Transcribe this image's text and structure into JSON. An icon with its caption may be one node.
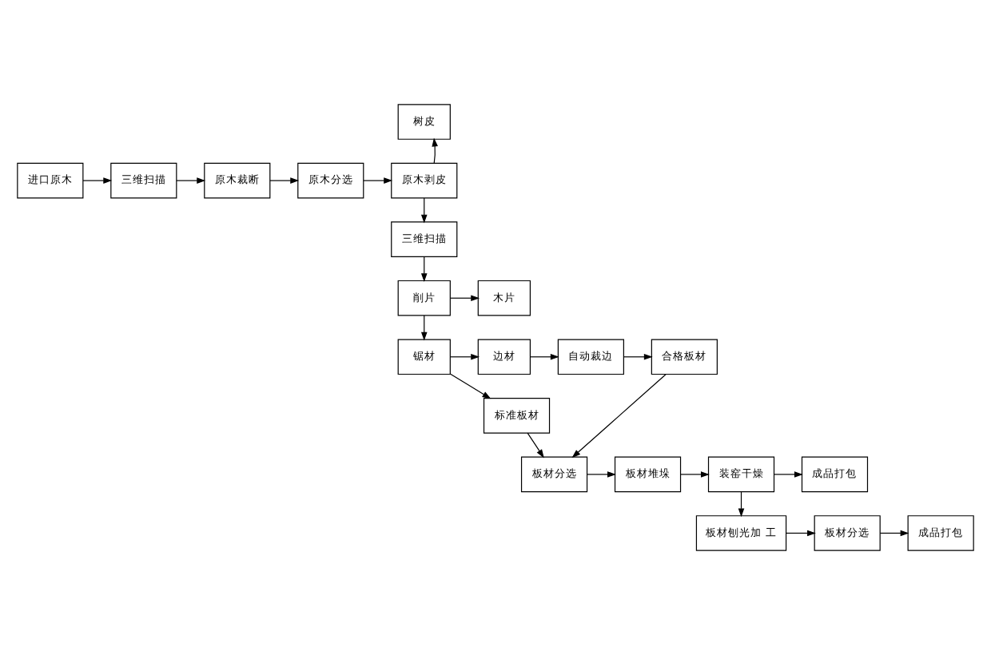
{
  "diagram": {
    "nodes": [
      {
        "text": [
          "进口原木"
        ]
      },
      {
        "text": [
          "三维扫描"
        ]
      },
      {
        "text": [
          "原木裁断"
        ]
      },
      {
        "text": [
          "原木分选"
        ]
      },
      {
        "text": [
          "原木剥皮"
        ]
      },
      {
        "text": [
          "树皮"
        ]
      },
      {
        "text": [
          "三维扫描"
        ]
      },
      {
        "text": [
          "削片"
        ]
      },
      {
        "text": [
          "木片"
        ]
      },
      {
        "text": [
          "锯材"
        ]
      },
      {
        "text": [
          "边材"
        ]
      },
      {
        "text": [
          "自动裁边"
        ]
      },
      {
        "text": [
          "合格板材"
        ]
      },
      {
        "text": [
          "标准板材"
        ]
      },
      {
        "text": [
          "板材分选"
        ]
      },
      {
        "text": [
          "板材堆垛"
        ]
      },
      {
        "text": [
          "装窑干燥"
        ]
      },
      {
        "text": [
          "成品打包"
        ]
      },
      {
        "text": [
          "板材刨光加 工"
        ]
      },
      {
        "text": [
          "板材分选"
        ]
      },
      {
        "text": [
          "成品打包"
        ]
      }
    ],
    "edges": [
      {
        "from": 0,
        "to": 1,
        "arrow": "to"
      },
      {
        "from": 1,
        "to": 2,
        "arrow": "to"
      },
      {
        "from": 2,
        "to": 3,
        "arrow": "to"
      },
      {
        "from": 3,
        "to": 4,
        "arrow": "to"
      },
      {
        "from": 4,
        "to": 5,
        "arrow": "to"
      },
      {
        "from": 4,
        "to": 6,
        "arrow": "to"
      },
      {
        "from": 6,
        "to": 7,
        "arrow": "to"
      },
      {
        "from": 7,
        "to": 8,
        "arrow": "to"
      },
      {
        "from": 7,
        "to": 9,
        "arrow": "to"
      },
      {
        "from": 9,
        "to": 10,
        "arrow": "to"
      },
      {
        "from": 10,
        "to": 11,
        "arrow": "to"
      },
      {
        "from": 11,
        "to": 12,
        "arrow": "to"
      },
      {
        "from": 9,
        "to": 13,
        "arrow": "to"
      },
      {
        "from": 13,
        "to": 14,
        "arrow": "to"
      },
      {
        "from": 12,
        "to": 14,
        "arrow": "to"
      },
      {
        "from": 14,
        "to": 15,
        "arrow": "to"
      },
      {
        "from": 15,
        "to": 16,
        "arrow": "to"
      },
      {
        "from": 16,
        "to": 17,
        "arrow": "to"
      },
      {
        "from": 16,
        "to": 18,
        "arrow": "to"
      },
      {
        "from": 18,
        "to": 19,
        "arrow": "to"
      },
      {
        "from": 19,
        "to": 20,
        "arrow": "to"
      }
    ]
  }
}
